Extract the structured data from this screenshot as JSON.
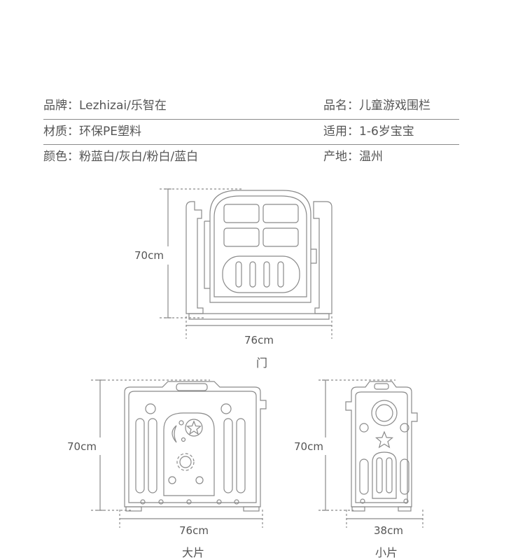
{
  "specs": [
    [
      {
        "label": "品牌：",
        "value": "Lezhizai/乐智在"
      },
      {
        "label": "品名：",
        "value": "儿童游戏围栏"
      }
    ],
    [
      {
        "label": "材质：",
        "value": "环保PE塑料"
      },
      {
        "label": "适用：",
        "value": "1-6岁宝宝"
      }
    ],
    [
      {
        "label": "颜色：",
        "value": "粉蓝白/灰白/粉白/蓝白"
      },
      {
        "label": "产地：",
        "value": "温州"
      }
    ]
  ],
  "diagrams": {
    "door": {
      "height": "70cm",
      "width": "76cm",
      "caption": "门"
    },
    "large": {
      "height": "70cm",
      "width": "76cm",
      "caption": "大片"
    },
    "small": {
      "height": "70cm",
      "width": "38cm",
      "caption": "小片"
    }
  },
  "colors": {
    "line": "#8a8a8a",
    "text": "#555555"
  }
}
